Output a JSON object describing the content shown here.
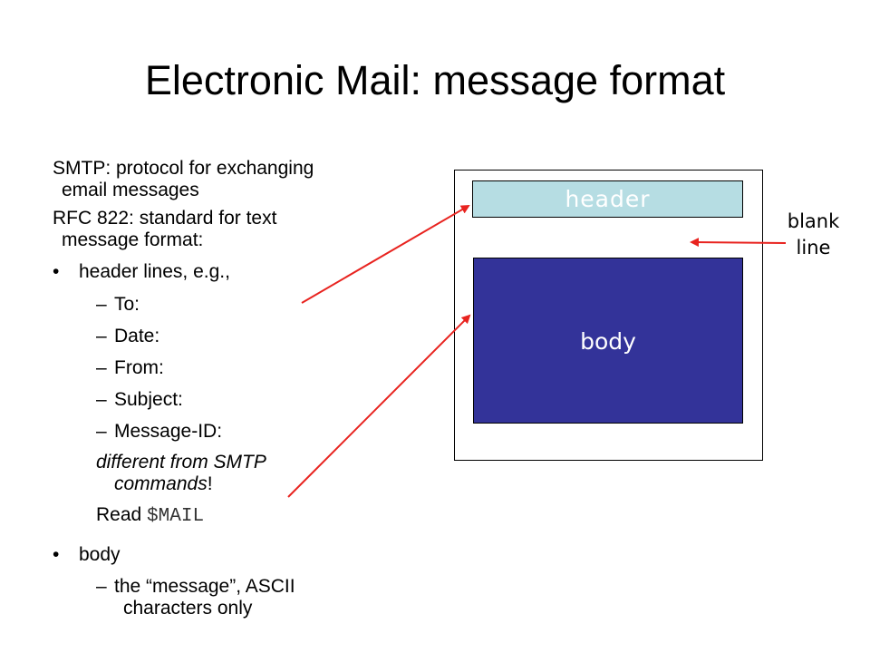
{
  "slide": {
    "title": "Electronic Mail: message format",
    "lines": {
      "smtp_1": "SMTP: protocol for exchanging",
      "smtp_2": "email messages",
      "rfc_1": "RFC 822: standard for text",
      "rfc_2": "message format:",
      "bullet_symbol": "•",
      "dash_symbol": "–",
      "header_lines": "header lines, e.g.,",
      "to": "To:",
      "date": "Date:",
      "from": "From:",
      "subject": "Subject:",
      "message_id": "Message-ID:",
      "diff_1": "different from SMTP",
      "diff_2_italic": "commands",
      "diff_2_end": "!",
      "read_prefix": "Read ",
      "read_code": "$MAIL",
      "body_bullet": "body",
      "message_1": "the “message”, ASCII",
      "message_2": "characters only"
    }
  },
  "diagram": {
    "header_label": "header",
    "body_label": "body",
    "blank_line_1": "blank",
    "blank_line_2": "line",
    "colors": {
      "header_fill": "#b6dde3",
      "body_fill": "#333399",
      "arrow": "#e8231f"
    }
  }
}
